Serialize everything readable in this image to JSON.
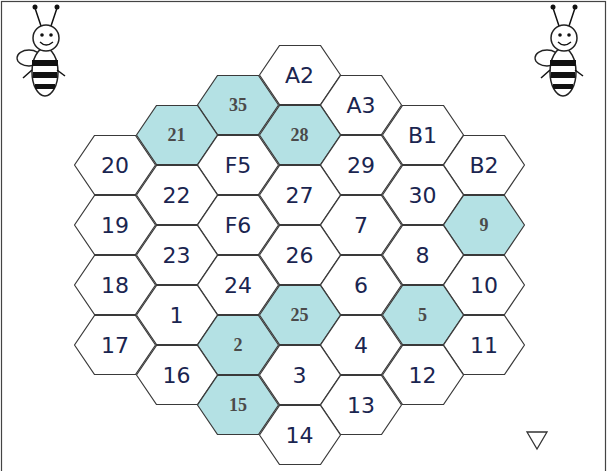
{
  "diagram": {
    "nodes": [
      {
        "text": [
          "A2"
        ]
      },
      {
        "text": [
          "35"
        ]
      },
      {
        "text": [
          "A3"
        ]
      },
      {
        "text": [
          "21"
        ]
      },
      {
        "text": [
          "28"
        ]
      },
      {
        "text": [
          "B1"
        ]
      },
      {
        "text": [
          "20"
        ]
      },
      {
        "text": [
          "F5"
        ]
      },
      {
        "text": [
          "29"
        ]
      },
      {
        "text": [
          "B2"
        ]
      },
      {
        "text": [
          "22"
        ]
      },
      {
        "text": [
          "27"
        ]
      },
      {
        "text": [
          "30"
        ]
      },
      {
        "text": [
          "19"
        ]
      },
      {
        "text": [
          "F6"
        ]
      },
      {
        "text": [
          "7"
        ]
      },
      {
        "text": [
          "9"
        ]
      },
      {
        "text": [
          "23"
        ]
      },
      {
        "text": [
          "26"
        ]
      },
      {
        "text": [
          "8"
        ]
      },
      {
        "text": [
          "18"
        ]
      },
      {
        "text": [
          "24"
        ]
      },
      {
        "text": [
          "6"
        ]
      },
      {
        "text": [
          "10"
        ]
      },
      {
        "text": [
          "1"
        ]
      },
      {
        "text": [
          "25"
        ]
      },
      {
        "text": [
          "5"
        ]
      },
      {
        "text": [
          "17"
        ]
      },
      {
        "text": [
          "2"
        ]
      },
      {
        "text": [
          "4"
        ]
      },
      {
        "text": [
          "11"
        ]
      },
      {
        "text": [
          "16"
        ]
      },
      {
        "text": [
          "3"
        ]
      },
      {
        "text": [
          "12"
        ]
      },
      {
        "text": [
          "15"
        ]
      },
      {
        "text": [
          "13"
        ]
      },
      {
        "text": [
          "14"
        ]
      }
    ]
  }
}
